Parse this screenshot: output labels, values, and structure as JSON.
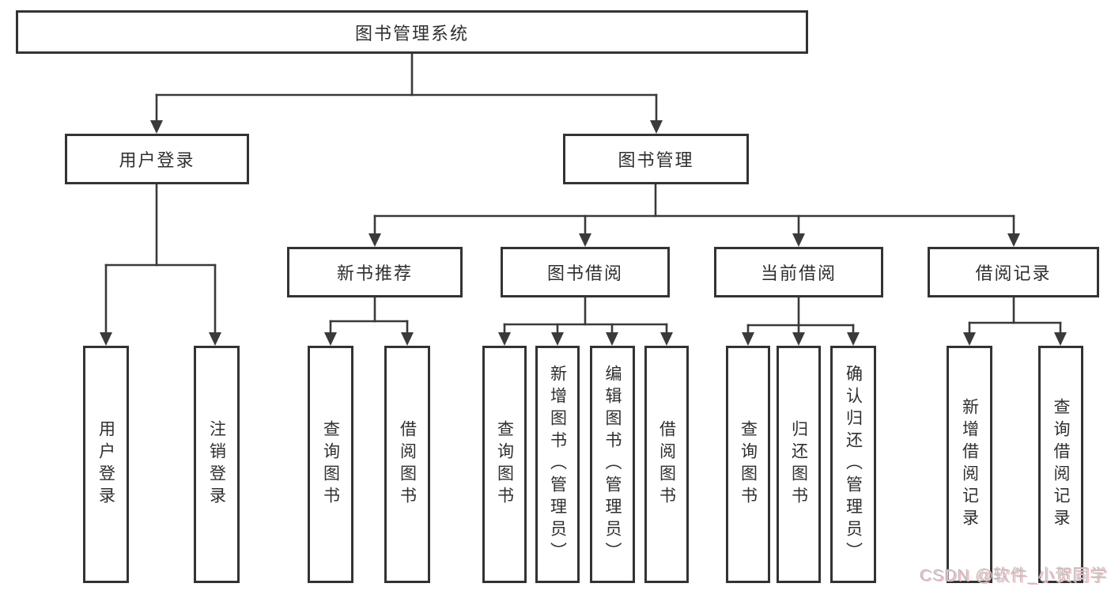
{
  "diagram": {
    "title": "图书管理系统",
    "type": "hierarchy-tree",
    "colors": {
      "background": "#ffffff",
      "box_border": "#333333",
      "connector_line": "#3a3a3a",
      "text": "#2f2f2f",
      "watermark_gray": "#bfbfbf",
      "watermark_pink": "#f5bcc4"
    }
  },
  "nodes": {
    "root": {
      "label": "图书管理系统"
    },
    "user_login": {
      "label": "用户登录"
    },
    "book_mgmt": {
      "label": "图书管理"
    },
    "new_book_rec": {
      "label": "新书推荐"
    },
    "book_borrow": {
      "label": "图书借阅"
    },
    "current_borrow": {
      "label": "当前借阅"
    },
    "borrow_records": {
      "label": "借阅记录"
    },
    "leaf_user_login": {
      "label": "用户登录"
    },
    "leaf_logout": {
      "label": "注销登录"
    },
    "leaf_query_book_1": {
      "label": "查询图书"
    },
    "leaf_borrow_book_1": {
      "label": "借阅图书"
    },
    "leaf_query_book_2": {
      "label": "查询图书"
    },
    "leaf_add_book": {
      "label": "新增图书（管理员）"
    },
    "leaf_edit_book": {
      "label": "编辑图书（管理员）"
    },
    "leaf_borrow_book_2": {
      "label": "借阅图书"
    },
    "leaf_query_book_3": {
      "label": "查询图书"
    },
    "leaf_return_book": {
      "label": "归还图书"
    },
    "leaf_confirm_return": {
      "label": "确认归还（管理员）"
    },
    "leaf_add_record": {
      "label": "新增借阅记录"
    },
    "leaf_query_record": {
      "label": "查询借阅记录"
    }
  },
  "hierarchy": {
    "root": [
      "user_login",
      "book_mgmt"
    ],
    "user_login": [
      "leaf_user_login",
      "leaf_logout"
    ],
    "book_mgmt": [
      "new_book_rec",
      "book_borrow",
      "current_borrow",
      "borrow_records"
    ],
    "new_book_rec": [
      "leaf_query_book_1",
      "leaf_borrow_book_1"
    ],
    "book_borrow": [
      "leaf_query_book_2",
      "leaf_add_book",
      "leaf_edit_book",
      "leaf_borrow_book_2"
    ],
    "current_borrow": [
      "leaf_query_book_3",
      "leaf_return_book",
      "leaf_confirm_return"
    ],
    "borrow_records": [
      "leaf_add_record",
      "leaf_query_record"
    ]
  },
  "watermark": {
    "text": "CSDN @软件_小贺同学"
  }
}
